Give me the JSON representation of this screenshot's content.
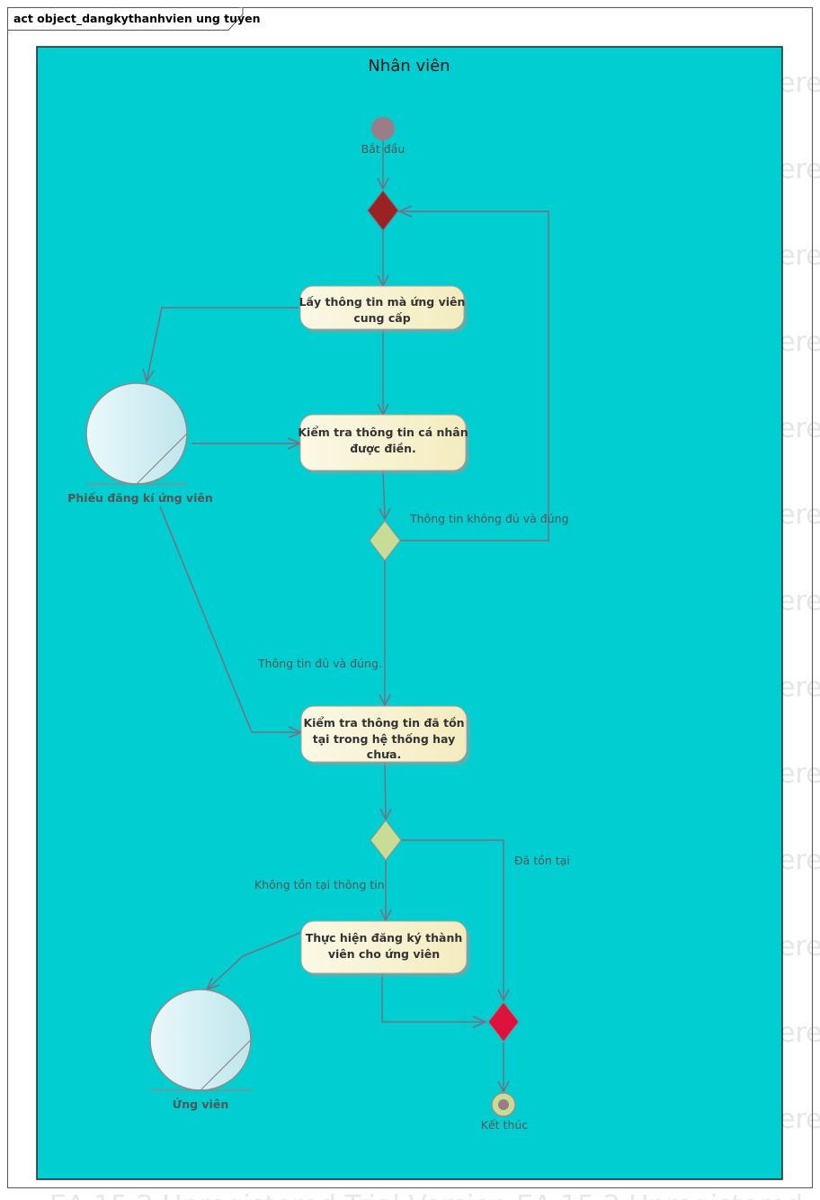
{
  "frame": {
    "title": "act object_dangkythanhvien ung tuyen"
  },
  "partition": {
    "title": "Nhân viên",
    "fill": "#00ced1"
  },
  "nodes": {
    "start": {
      "label": "Bắt đầu"
    },
    "end": {
      "label": "Kết thúc"
    }
  },
  "activities": {
    "collect": {
      "lines": [
        "Lấy thông tin mà ứng viên",
        "cung cấp"
      ]
    },
    "check_personal": {
      "lines": [
        "Kiểm tra thông tin cá nhân",
        "được điền."
      ]
    },
    "check_exists": {
      "lines": [
        "Kiểm tra thông tin đã tồn",
        "tại trong hệ thống hay",
        "chưa."
      ]
    },
    "register": {
      "lines": [
        "Thực hiện đăng ký thành",
        "viên cho ứng viên"
      ]
    }
  },
  "objects": {
    "form": {
      "label": "Phiếu đăng kí ứng viên"
    },
    "candidate": {
      "label": "Ứng viên"
    }
  },
  "guards": {
    "not_enough": "Thông tin không đủ và đúng",
    "enough": "Thông tin đủ và đúng.",
    "already_exists": "Đã tồn tại",
    "not_exists": "Không tồn tại thông tin"
  },
  "watermark": {
    "side": "ere",
    "bottom": "EA 15.2 Unregistered Trial Version   EA 15.2 Unregistered"
  },
  "colors": {
    "merge_diamond": "#9b2223",
    "decision_diamond": "#c8dc96",
    "final_merge": "#dc143c",
    "activity_fill": "#f6efc8",
    "object_fill": "#e2f6f8",
    "start_node": "#9a7d86"
  }
}
